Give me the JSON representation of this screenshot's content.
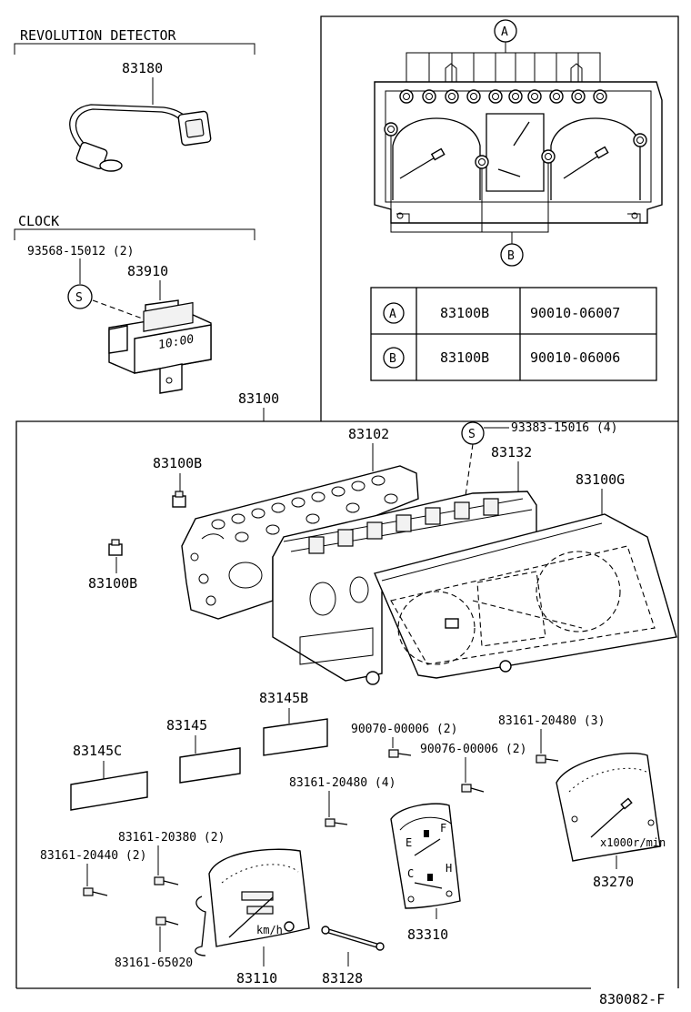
{
  "sections": {
    "revolution_detector": "REVOLUTION DETECTOR",
    "clock": "CLOCK"
  },
  "parts": {
    "p83180": "83180",
    "p93568": "93568-15012 (2)",
    "p83910": "83910",
    "clock_display": "10:00",
    "p83100": "83100",
    "p83102": "83102",
    "p93383": "93383-15016 (4)",
    "p83132": "83132",
    "p83100G": "83100G",
    "p83100B_top": "83100B",
    "p83100B_left": "83100B",
    "p83145B": "83145B",
    "p83145": "83145",
    "p83145C": "83145C",
    "p90070": "90070-00006 (2)",
    "p90076": "90076-00006 (2)",
    "p83161_20480_3": "83161-20480 (3)",
    "p83161_20480_4": "83161-20480 (4)",
    "p83161_20380": "83161-20380 (2)",
    "p83161_20440": "83161-20440 (2)",
    "p83161_65020": "83161-65020",
    "p83110": "83110",
    "p83128": "83128",
    "p83310": "83310",
    "p83270": "83270",
    "speedo_unit": "km/h",
    "tacho_unit": "x1000r/min",
    "fuel_e": "E",
    "fuel_f": "F",
    "temp_c": "C",
    "temp_h": "H"
  },
  "callouts": {
    "a": "A",
    "b": "B",
    "s_clock": "S",
    "s_bracket": "S"
  },
  "bulb_table": {
    "rows": [
      {
        "key": "A",
        "part": "83100B",
        "number": "90010-06007"
      },
      {
        "key": "B",
        "part": "83100B",
        "number": "90010-06006"
      }
    ]
  },
  "footer": {
    "diagram_id": "830082-F"
  }
}
